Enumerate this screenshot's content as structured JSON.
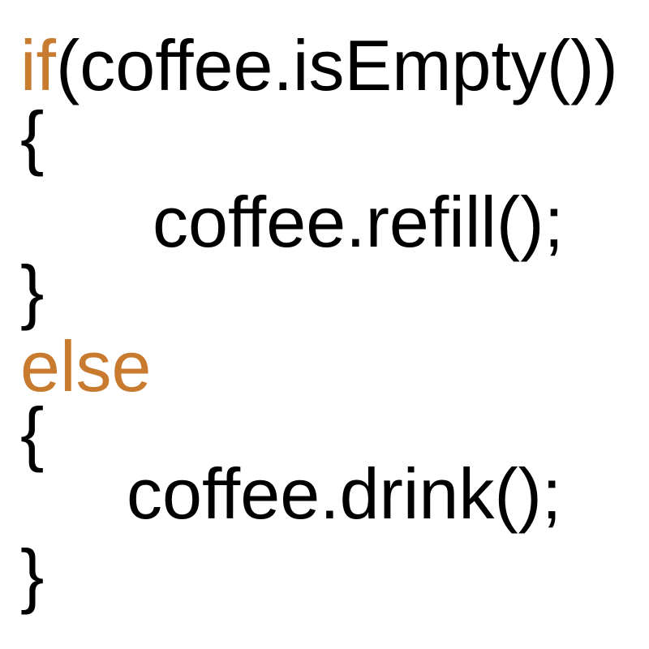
{
  "colors": {
    "keyword": "#c87a2e",
    "text": "#000000",
    "background": "#ffffff"
  },
  "code": {
    "line1_keyword": "if",
    "line1_rest": "(coffee.isEmpty())",
    "line2": "{",
    "line3": "coffee.refill();",
    "line4": "}",
    "line5_keyword": "else",
    "line6": "{",
    "line7": "coffee.drink();",
    "line8": "}"
  }
}
